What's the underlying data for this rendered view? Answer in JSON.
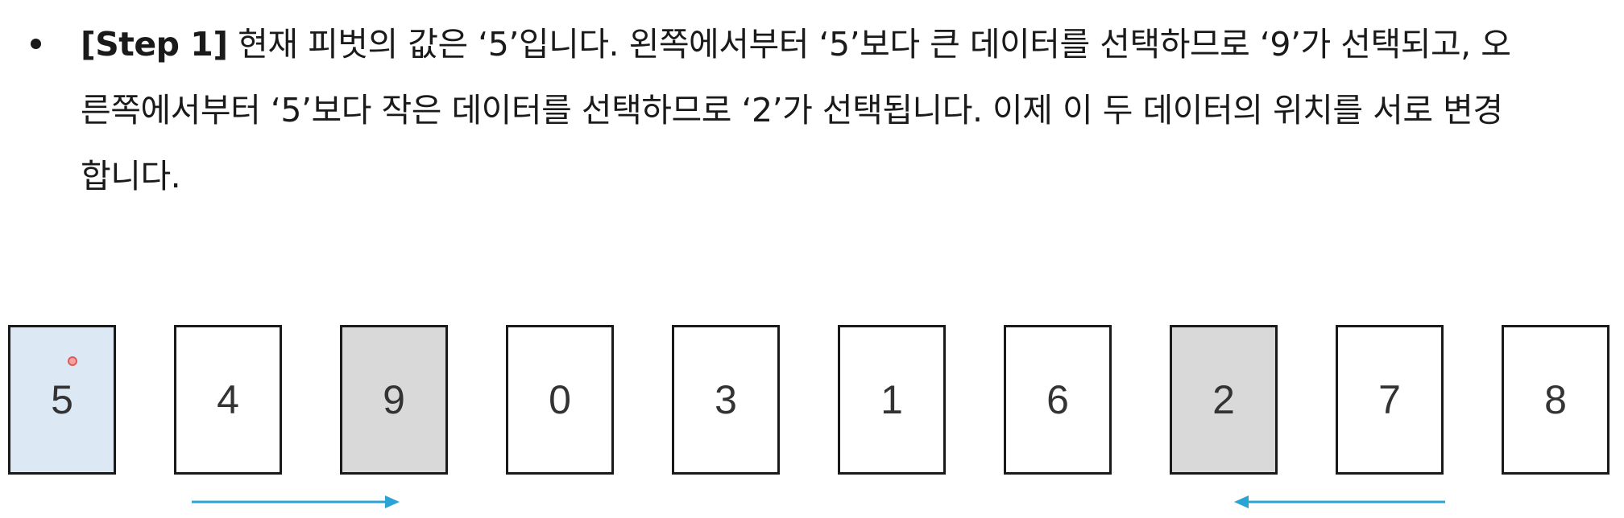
{
  "step": {
    "tag": "[Step 1]",
    "line1": " 현재 피벗의 값은 ‘5’입니다. 왼쪽에서부터 ‘5’보다 큰 데이터를 선택하므로 ‘9’가 선택되고, 오",
    "line2": "른쪽에서부터 ‘5’보다 작은 데이터를 선택하므로 ‘2’가 선택됩니다. 이제 이 두 데이터의 위치를 서로 변경",
    "line3": "합니다."
  },
  "cards": [
    "5",
    "4",
    "9",
    "0",
    "3",
    "1",
    "6",
    "2",
    "7",
    "8"
  ],
  "colors": {
    "pivot": "#dce9f5",
    "selected": "#d9d9d9",
    "arrow": "#2aa4d5"
  }
}
